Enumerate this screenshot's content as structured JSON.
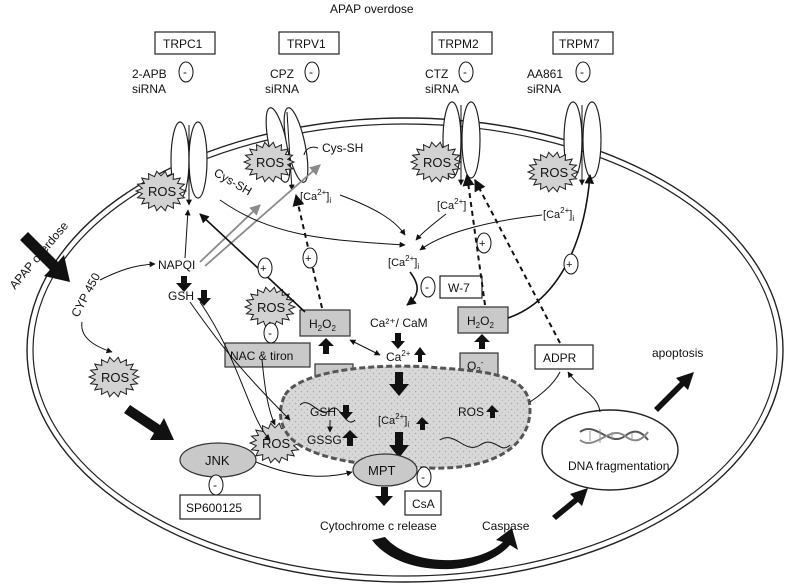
{
  "title": "APAP overdose",
  "left_label": "APAP overdose",
  "cyp": "CYP 450",
  "napqi": "NAPQI",
  "gsh": "GSH",
  "channels": [
    {
      "name": "TRPC1",
      "inhibitor": "2-APB",
      "sirna": "siRNA"
    },
    {
      "name": "TRPV1",
      "inhibitor": "CPZ",
      "sirna": "siRNA"
    },
    {
      "name": "TRPM2",
      "inhibitor": "CTZ",
      "sirna": "siRNA"
    },
    {
      "name": "TRPM7",
      "inhibitor": "AA861",
      "sirna": "siRNA"
    }
  ],
  "ros": "ROS",
  "cys_sh": "Cys-SH",
  "cys_sh2": "Cys-SH",
  "ca_base": "Ca",
  "ca_sup": "2+",
  "ca_i": "i",
  "ca_bracket_l": "[",
  "ca_bracket_r": "]",
  "w7": "W-7",
  "cacam": "Ca²⁺/ CaM",
  "h2o2_main": "H",
  "h2o2_sub": "2",
  "h2o2_o": "O",
  "nac": "NAC & tiron",
  "o2": "O",
  "o2_sub": "2",
  "o2_sup": "-",
  "adpr": "ADPR",
  "apoptosis": "apoptosis",
  "gssg": "GSSG",
  "ros_mito": "ROS",
  "mpt": "MPT",
  "jnk": "JNK",
  "sp": "SP600125",
  "csa": "CsA",
  "cytc": "Cytochrome c release",
  "caspase": "Caspase",
  "dna": "DNA fragmentation",
  "minus": "-",
  "plus": "+"
}
